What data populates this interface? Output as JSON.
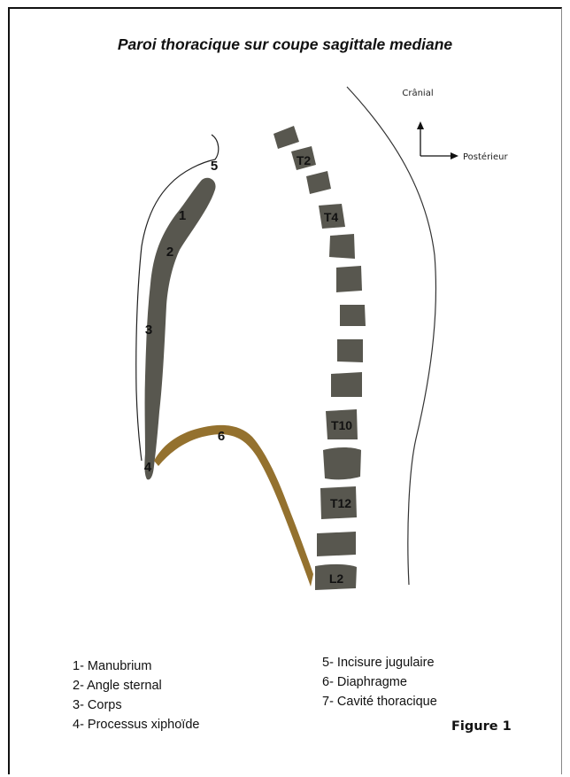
{
  "title": "Paroi thoracique sur coupe sagittale mediane",
  "orientation": {
    "up": "Crânial",
    "right": "Postérieur"
  },
  "sternum_labels": [
    "1",
    "2",
    "3",
    "4",
    "5",
    "6"
  ],
  "vertebra_labels": [
    "T2",
    "T4",
    "T10",
    "T12",
    "L2"
  ],
  "legend_left": [
    "1- Manubrium",
    "2- Angle sternal",
    "3- Corps",
    "4- Processus xiphoïde"
  ],
  "legend_right": [
    "5- Incisure jugulaire",
    "6- Diaphragme",
    "7- Cavité thoracique"
  ],
  "figure_label": "Figure 1",
  "colors": {
    "bone": "#58574f",
    "diaphragm": "#94712e",
    "outline": "#333333"
  }
}
